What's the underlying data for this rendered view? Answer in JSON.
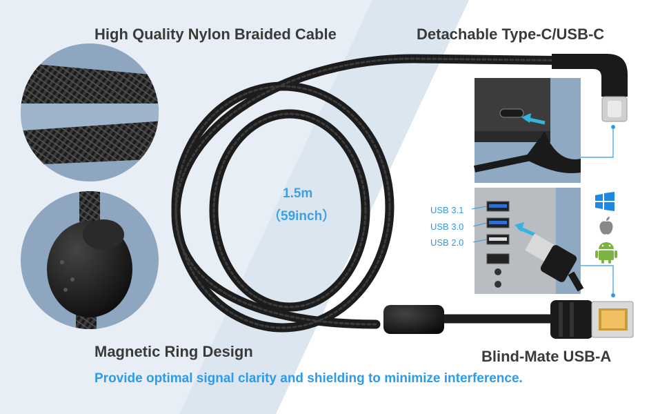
{
  "headings": {
    "braided": "High Quality Nylon Braided Cable",
    "detachable": "Detachable Type-C/USB-C",
    "magnetic": "Magnetic Ring Design",
    "blind_mate": "Blind-Mate USB-A"
  },
  "length": {
    "metric": "1.5m",
    "imperial": "（59inch）"
  },
  "ports": [
    "USB 3.1",
    "USB 3.0",
    "USB 2.0"
  ],
  "os_icons": [
    "windows-icon",
    "apple-icon",
    "android-icon"
  ],
  "footer": "Provide optimal signal clarity and shielding to minimize interference.",
  "colors": {
    "accent_blue": "#2f9ae6",
    "panel_bg": "#8fa9c2",
    "title_text": "#3a3a3a",
    "android_green": "#7cb342",
    "windows_blue": "#1e88e5"
  }
}
